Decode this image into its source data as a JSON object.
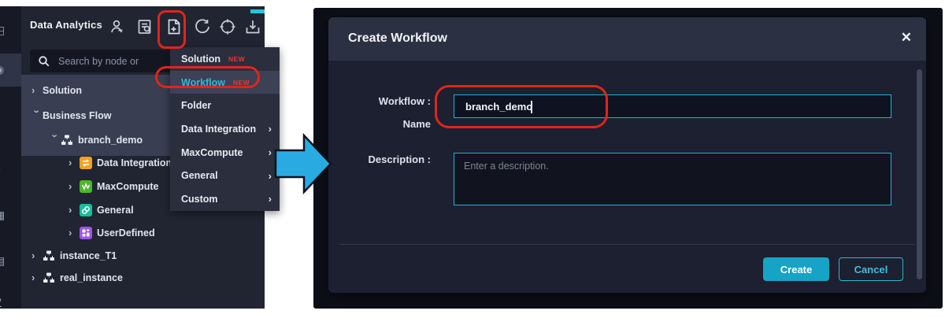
{
  "left_panel": {
    "title": "Data Analytics",
    "chevron": "›",
    "toolbar_icons": [
      {
        "name": "user-icon"
      },
      {
        "name": "checklist-search-icon"
      },
      {
        "name": "new-file-icon",
        "annotated": true
      },
      {
        "name": "refresh-icon"
      },
      {
        "name": "crosshair-icon"
      },
      {
        "name": "import-icon"
      }
    ],
    "search": {
      "icon": "search-icon",
      "placeholder": "Search by node or"
    },
    "tree": [
      {
        "label": "Solution",
        "level": 0,
        "state": "collapsed",
        "icon": "none"
      },
      {
        "label": "Business Flow",
        "level": 0,
        "state": "expanded",
        "icon": "none"
      },
      {
        "label": "branch_demo",
        "level": 1,
        "state": "expanded",
        "icon": "sitemap-icon"
      },
      {
        "label": "Data Integration",
        "level": 2,
        "state": "collapsed",
        "icon": "data-integration-icon",
        "icon_color": "#f0a125"
      },
      {
        "label": "MaxCompute",
        "level": 2,
        "state": "collapsed",
        "icon": "maxcompute-icon",
        "icon_color": "#4db52a"
      },
      {
        "label": "General",
        "level": 2,
        "state": "collapsed",
        "icon": "general-icon",
        "icon_color": "#14bf9c"
      },
      {
        "label": "UserDefined",
        "level": 2,
        "state": "collapsed",
        "icon": "userdefined-icon",
        "icon_color": "#9f54e8"
      },
      {
        "label": "instance_T1",
        "level": 0,
        "state": "collapsed",
        "icon": "sitemap-icon"
      },
      {
        "label": "real_instance",
        "level": 0,
        "state": "collapsed",
        "icon": "sitemap-icon"
      }
    ]
  },
  "context_menu": {
    "submenu_arrow": "›",
    "items": [
      {
        "label": "Solution",
        "badge": "NEW"
      },
      {
        "label": "Workflow",
        "badge": "NEW",
        "highlighted": true,
        "annotated": true
      },
      {
        "label": "Folder"
      },
      {
        "label": "Data Integration",
        "submenu": true
      },
      {
        "label": "MaxCompute",
        "submenu": true
      },
      {
        "label": "General",
        "submenu": true
      },
      {
        "label": "Custom",
        "submenu": true
      }
    ]
  },
  "modal": {
    "title": "Create Workflow",
    "close_glyph": "✕",
    "fields": {
      "workflow_name": {
        "label_line1": "Workflow :",
        "label_line2": "Name",
        "value": "branch_demo",
        "annotated": true
      },
      "description": {
        "label": "Description :",
        "placeholder": "Enter a description."
      }
    },
    "buttons": {
      "create": "Create",
      "cancel": "Cancel"
    }
  },
  "annotations": {
    "color": "#e02519"
  },
  "arrow": {
    "color": "#29abe2"
  },
  "accent_colors": {
    "cyan": "#27b0cf",
    "badge_red": "#e8382c",
    "create_button": "#15a4c6"
  }
}
